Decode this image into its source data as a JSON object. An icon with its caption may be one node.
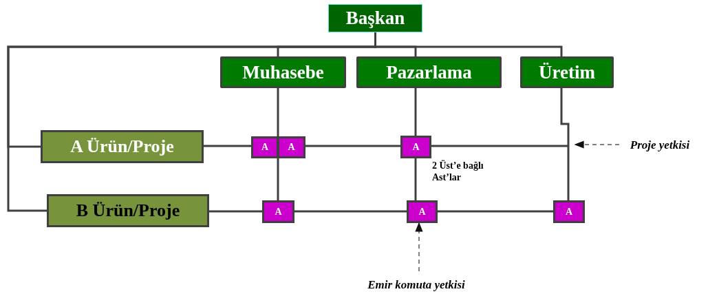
{
  "diagram": {
    "nodes": [
      {
        "text": [
          "Başkan"
        ]
      },
      {
        "text": [
          "Muhasebe"
        ]
      },
      {
        "text": [
          "Pazarlama"
        ]
      },
      {
        "text": [
          "Üretim"
        ]
      },
      {
        "text": [
          "A Ürün/Proje"
        ]
      },
      {
        "text": [
          "B Ürün/Proje"
        ]
      },
      {
        "text": [
          "A"
        ]
      },
      {
        "text": [
          "A"
        ]
      },
      {
        "text": [
          "A"
        ]
      },
      {
        "text": [
          "A"
        ]
      },
      {
        "text": [
          "A"
        ]
      },
      {
        "text": [
          "A"
        ]
      },
      {
        "text": [
          "Proje yetkisi"
        ]
      },
      {
        "text": [
          "Emir komuta yetkisi"
        ]
      }
    ],
    "edges": [
      {
        "from": 0,
        "to": 1,
        "arrow": "none"
      },
      {
        "from": 0,
        "to": 2,
        "arrow": "none"
      },
      {
        "from": 0,
        "to": 3,
        "arrow": "none"
      },
      {
        "from": 0,
        "to": 4,
        "arrow": "none"
      },
      {
        "from": 0,
        "to": 5,
        "arrow": "none"
      },
      {
        "from": 1,
        "to": 7,
        "arrow": "none"
      },
      {
        "from": 7,
        "to": 9,
        "arrow": "none"
      },
      {
        "from": 2,
        "to": 8,
        "arrow": "none"
      },
      {
        "from": 8,
        "to": 10,
        "arrow": "none"
      },
      {
        "from": 3,
        "to": 11,
        "arrow": "none"
      },
      {
        "from": 4,
        "to": 6,
        "arrow": "none"
      },
      {
        "from": 7,
        "to": 8,
        "arrow": "none"
      },
      {
        "from": 8,
        "to": null,
        "arrow": "none"
      },
      {
        "from": 5,
        "to": 9,
        "arrow": "none"
      },
      {
        "from": 9,
        "to": 10,
        "arrow": "none"
      },
      {
        "from": 10,
        "to": 11,
        "arrow": "none"
      },
      {
        "from": 12,
        "to": null,
        "arrow": "to",
        "style": "dashed",
        "color": "#808080"
      },
      {
        "from": 13,
        "to": 10,
        "arrow": "to",
        "style": "dashed",
        "color": "#808080"
      }
    ],
    "labels": [
      "2 Üst’e bağlı Ast’lar"
    ]
  }
}
